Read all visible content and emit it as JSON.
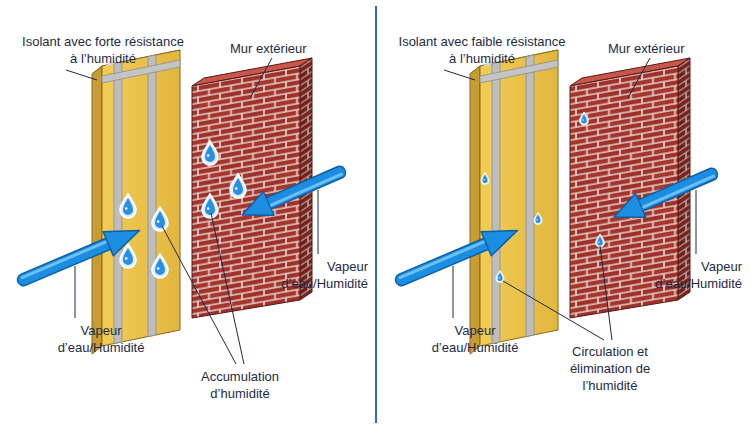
{
  "diagram": {
    "labels": [
      "Isolant avec forte résistance à l’humidité",
      "Mur extérieur",
      "Vapeur d’eau/Humidité",
      "Vapeur d’eau/Humidité",
      "Accumulation d’humidité",
      "Isolant avec faible résistance à l’humidité",
      "Mur extérieur",
      "Vapeur d’eau/Humidité",
      "Vapeur d’eau/Humidité",
      "Circulation et élimination de l’humidité"
    ]
  }
}
